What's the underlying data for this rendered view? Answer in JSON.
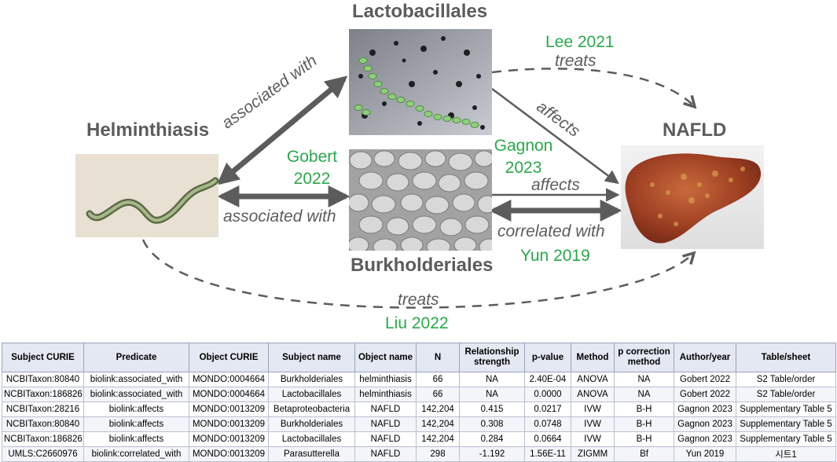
{
  "nodes": {
    "lactobacillales": "Lactobacillales",
    "helminthiasis": "Helminthiasis",
    "nafld": "NAFLD",
    "burkholderiales": "Burkholderiales"
  },
  "edges": {
    "associated_with_upper": "associated with",
    "associated_with_lower": "associated with",
    "affects_upper": "affects",
    "affects_lower": "affects",
    "correlated_with": "correlated with",
    "treats_top": "treats",
    "treats_bottom": "treats"
  },
  "citations": {
    "lee": "Lee 2021",
    "gobert_1": "Gobert",
    "gobert_2": "2022",
    "gagnon_1": "Gagnon",
    "gagnon_2": "2023",
    "yun": "Yun 2019",
    "liu": "Liu 2022"
  },
  "images": {
    "lactobacillales": "micrograph-lactobacillales",
    "burkholderiales": "micrograph-burkholderiales",
    "helminth": "micrograph-helminth",
    "liver": "liver-illustration"
  },
  "colors": {
    "arrow": "#5c5c5c",
    "citation": "#2aa84a",
    "header_bg": "#e4e8f3"
  },
  "table": {
    "headers": [
      "Subject CURIE",
      "Predicate",
      "Object CURIE",
      "Subject name",
      "Object name",
      "N",
      "Relationship strength",
      "p-value",
      "Method",
      "p correction method",
      "Author/year",
      "Table/sheet"
    ],
    "rows": [
      [
        "NCBITaxon:80840",
        "biolink:associated_with",
        "MONDO:0004664",
        "Burkholderiales",
        "helminthiasis",
        "66",
        "NA",
        "2.40E-04",
        "ANOVA",
        "NA",
        "Gobert 2022",
        "S2 Table/order"
      ],
      [
        "NCBITaxon:186826",
        "biolink:associated_with",
        "MONDO:0004664",
        "Lactobacillales",
        "helminthiasis",
        "66",
        "NA",
        "0.0000",
        "ANOVA",
        "NA",
        "Gobert 2022",
        "S2 Table/order"
      ],
      [
        "NCBITaxon:28216",
        "biolink:affects",
        "MONDO:0013209",
        "Betaproteobacteria",
        "NAFLD",
        "142,204",
        "0.415",
        "0.0217",
        "IVW",
        "B-H",
        "Gagnon 2023",
        "Supplementary Table 5"
      ],
      [
        "NCBITaxon:80840",
        "biolink:affects",
        "MONDO:0013209",
        "Burkholderiales",
        "NAFLD",
        "142,204",
        "0.308",
        "0.0748",
        "IVW",
        "B-H",
        "Gagnon 2023",
        "Supplementary Table 5"
      ],
      [
        "NCBITaxon:186826",
        "biolink:affects",
        "MONDO:0013209",
        "Lactobacillales",
        "NAFLD",
        "142,204",
        "0.284",
        "0.0664",
        "IVW",
        "B-H",
        "Gagnon 2023",
        "Supplementary Table 5"
      ],
      [
        "UMLS:C2660976",
        "biolink:correlated_with",
        "MONDO:0013209",
        "Parasutterella",
        "NAFLD",
        "298",
        "-1.192",
        "1.56E-11",
        "ZIGMM",
        "Bf",
        "Yun 2019",
        "시트1"
      ]
    ]
  }
}
